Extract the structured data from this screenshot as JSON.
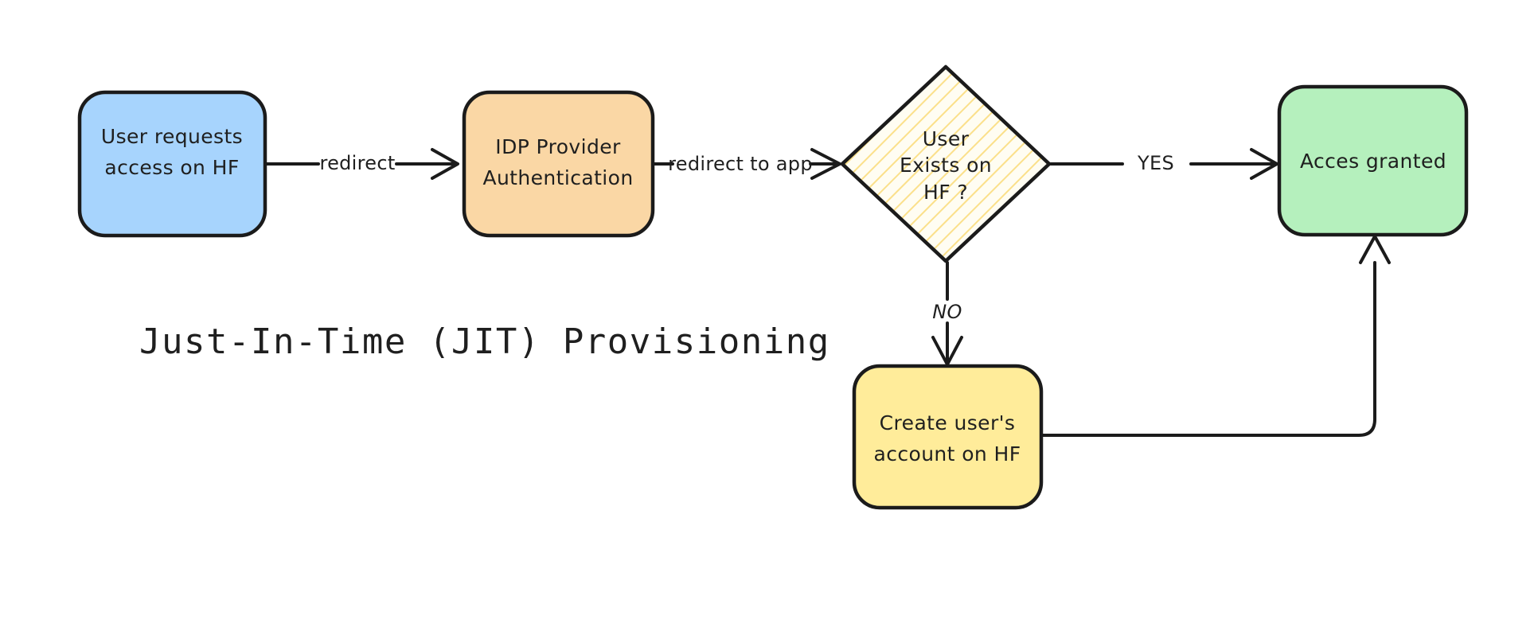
{
  "diagram": {
    "title": "Just-In-Time (JIT) Provisioning",
    "background_color": "#ffffff",
    "stroke_color": "#1b1b1b",
    "text_color": "#1f1f1f",
    "nodes": [
      {
        "id": "user-requests",
        "shape": "rounded-rect",
        "label_line1": "User requests",
        "label_line2": "access on HF",
        "fill": "#A7D4FD"
      },
      {
        "id": "idp-auth",
        "shape": "rounded-rect",
        "label_line1": "IDP Provider",
        "label_line2": "Authentication",
        "fill": "#FAD7A5"
      },
      {
        "id": "user-exists-decision",
        "shape": "diamond",
        "label_line1": "User",
        "label_line2": "Exists on",
        "label_line3": "HF ?",
        "fill": "#FFFDF0",
        "hatch_color": "#FBE08A"
      },
      {
        "id": "acces-granted",
        "shape": "rounded-rect",
        "label_line1": "Acces granted",
        "fill": "#B5F0BD"
      },
      {
        "id": "create-account",
        "shape": "rounded-rect",
        "label_line1": "Create user's",
        "label_line2": "account on HF",
        "fill": "#FFEC9A"
      }
    ],
    "edges": [
      {
        "id": "edge-redirect",
        "label": "redirect",
        "from": "user-requests",
        "to": "idp-auth"
      },
      {
        "id": "edge-redirect-to-app",
        "label": "redirect to app",
        "from": "idp-auth",
        "to": "user-exists-decision"
      },
      {
        "id": "edge-yes",
        "label": "YES",
        "from": "user-exists-decision",
        "to": "acces-granted"
      },
      {
        "id": "edge-no",
        "label": "NO",
        "from": "user-exists-decision",
        "to": "create-account"
      },
      {
        "id": "edge-loopback",
        "label": "",
        "from": "create-account",
        "to": "acces-granted"
      }
    ]
  }
}
